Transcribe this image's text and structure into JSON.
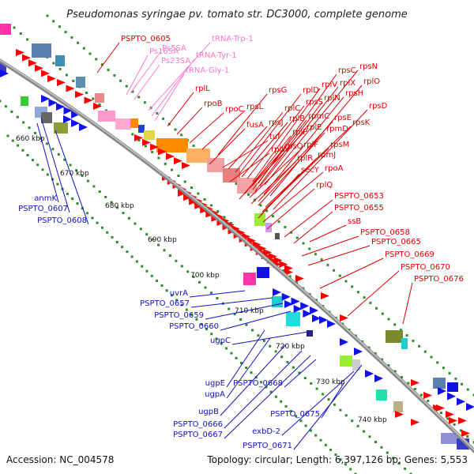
{
  "title": "Pseudomonas syringae pv. tomato str. DC3000, complete genome",
  "accession": "Accession: NC_004578",
  "topology": "Topology: circular; Length: 6,397,126 bp; Genes: 5,553",
  "colors": {
    "backbone": "#888888",
    "dots": "#2e8b2e",
    "forward_label": "#e00000",
    "rrna_label": "#ff77cc",
    "reverse_label": "#1010c0"
  },
  "kbp_ticks": [
    "660 kbp",
    "670 kbp",
    "680 kbp",
    "690 kbp",
    "700 kbp",
    "710 kbp",
    "720 kbp",
    "730 kbp",
    "740 kbp"
  ],
  "forward_labels": [
    "PSPTO_0605",
    "rplL",
    "rpoB",
    "rpoC",
    "rpsL",
    "rpsG",
    "fusA",
    "tuf",
    "rpsJ",
    "rplC",
    "rplD",
    "rplW",
    "rplB",
    "rpsS",
    "rplV",
    "rpsC",
    "rpsN",
    "rplX",
    "rplE",
    "rpmC",
    "rplN",
    "rplP",
    "rplF",
    "rpsQ",
    "rplR",
    "rpsH",
    "rplO",
    "rpsE",
    "rpmD",
    "rpsK",
    "rpsD",
    "rpsM",
    "rpmJ",
    "secY",
    "rpoA",
    "rplQ",
    "PSPTO_0653",
    "PSPTO_0655",
    "ssB",
    "PSPTO_0658",
    "PSPTO_0665",
    "PSPTO_0669",
    "PSPTO_0670",
    "PSPTO_0676"
  ],
  "rrna_labels": [
    "Ps16SA",
    "Ps5SA",
    "Ps23SA",
    "tRNA-Trp-1",
    "tRNA-Tyr-1",
    "tRNA-Gly-1"
  ],
  "reverse_labels": [
    "anmK",
    "PSPTO_0607",
    "PSPTO_0608",
    "uvrA",
    "PSPTO_0657",
    "PSPTO_0659",
    "PSPTO_0660",
    "ugpC",
    "ugpE",
    "ugpA",
    "ugpB",
    "PSPTO_0666",
    "PSPTO_0667",
    "PSPTO_0668",
    "PSPTO_0675",
    "exbD-2",
    "PSPTO_0671"
  ]
}
